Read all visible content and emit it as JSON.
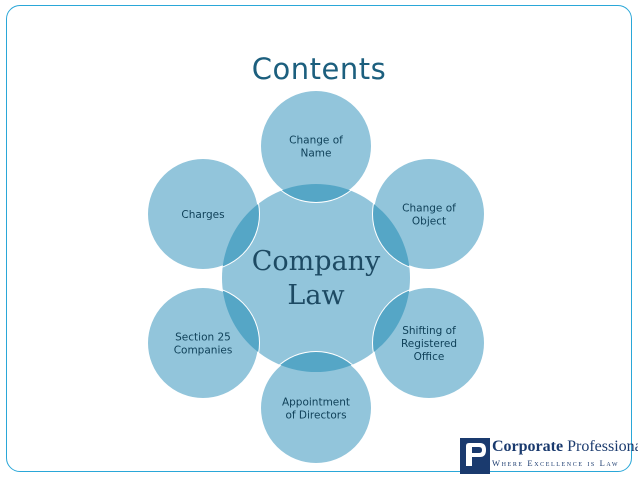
{
  "title": "Contents",
  "center": {
    "lines": [
      "Company",
      "Law"
    ]
  },
  "topics": [
    {
      "lines": [
        "Change of",
        "Name"
      ]
    },
    {
      "lines": [
        "Change of",
        "Object"
      ]
    },
    {
      "lines": [
        "Shifting of",
        "Registered",
        "Office"
      ]
    },
    {
      "lines": [
        "Appointment",
        "of Directors"
      ]
    },
    {
      "lines": [
        "Section 25",
        "Companies"
      ]
    },
    {
      "lines": [
        "Charges"
      ]
    }
  ],
  "logo": {
    "brand_bold": "Corporate",
    "brand_regular": " Professionals",
    "tagline": "Where Excellence is Law"
  },
  "colors": {
    "circle": "#92c5db",
    "overlap": "#55a6c6",
    "border": "#2aa7d8",
    "title": "#1c5f7e"
  }
}
